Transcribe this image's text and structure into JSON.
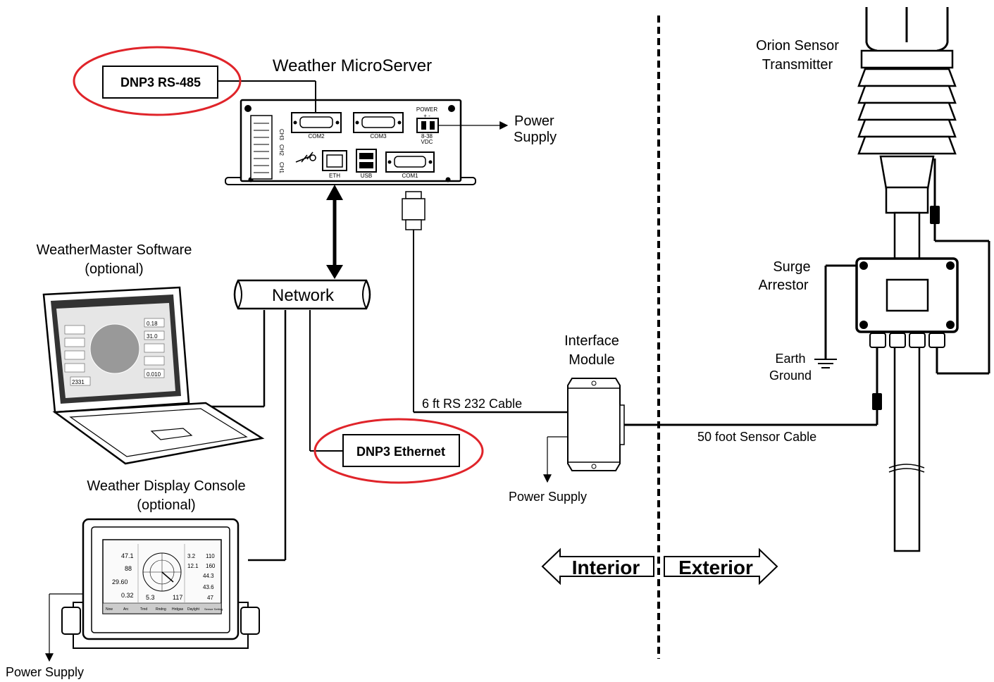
{
  "labels": {
    "microserver": "Weather MicroServer",
    "dnp3_rs485": "DNP3 RS-485",
    "power_supply_line1": "Power",
    "power_supply_line2": "Supply",
    "weathermaster_line1": "WeatherMaster Software",
    "weathermaster_line2": "(optional)",
    "network": "Network",
    "dnp3_ethernet": "DNP3 Ethernet",
    "display_line1": "Weather Display Console",
    "display_line2": "(optional)",
    "power_supply_bottom": "Power Supply",
    "rs232_cable": "6 ft RS 232 Cable",
    "interface_line1": "Interface",
    "interface_line2": "Module",
    "interface_power": "Power Supply",
    "sensor_cable": "50 foot Sensor Cable",
    "orion_line1": "Orion Sensor",
    "orion_line2": "Transmitter",
    "surge_line1": "Surge",
    "surge_line2": "Arrestor",
    "earth_line1": "Earth",
    "earth_line2": "Ground",
    "interior": "Interior",
    "exterior": "Exterior"
  },
  "ports": {
    "com1": "COM1",
    "com2": "COM2",
    "com3": "COM3",
    "eth": "ETH",
    "usb": "USB",
    "power": "POWER",
    "polarity": "+  -",
    "volts1": "8-38",
    "volts2": "VDC",
    "ch1": "CH1",
    "ch2": "CH2",
    "ch3": "CH3"
  },
  "console_screen": {
    "temp": "47.1",
    "humidity": "88",
    "pressure": "29.60",
    "rain": "0.32",
    "wind_speed": "5.3",
    "wind_dir": "117",
    "r1": "3.2",
    "r1b": "110",
    "r2": "12.1",
    "r2b": "160",
    "r3": "44.3",
    "r4": "43.6",
    "r5": "47",
    "tabs": [
      "Now",
      "Arc",
      "Trnd",
      "Rndng",
      "Hrdgas",
      "Daylght",
      "Sensor Setting"
    ]
  },
  "laptop_screen": {
    "v1": "0.18",
    "v2": "31.0",
    "v3": "2331",
    "v4": "0.010"
  },
  "colors": {
    "highlight": "#e0242a",
    "line": "#000000"
  }
}
